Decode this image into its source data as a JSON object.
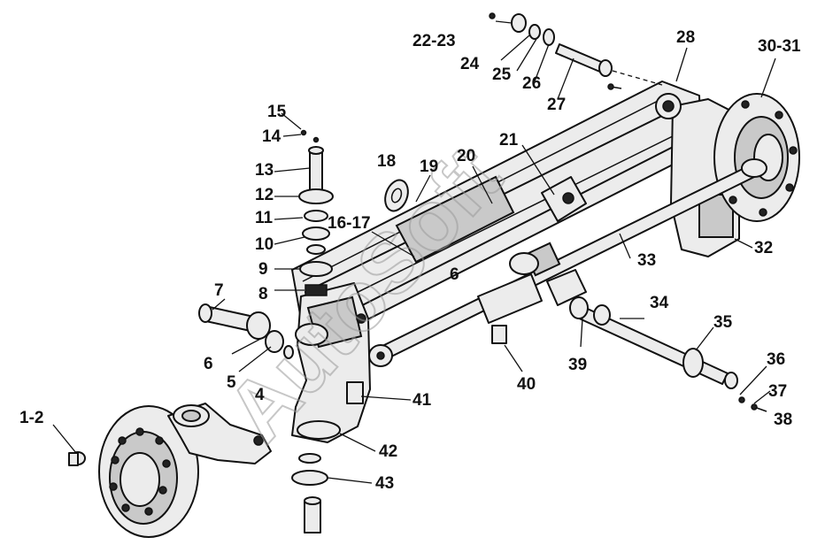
{
  "watermark": "AutoSoft",
  "labels": {
    "l_1_2": "1-2",
    "l_4": "4",
    "l_5": "5",
    "l_6": "6",
    "l_6b": "6",
    "l_7": "7",
    "l_8": "8",
    "l_9": "9",
    "l_10": "10",
    "l_11": "11",
    "l_12": "12",
    "l_13": "13",
    "l_14": "14",
    "l_15": "15",
    "l_16_17": "16-17",
    "l_18": "18",
    "l_19": "19",
    "l_20": "20",
    "l_21": "21",
    "l_22_23": "22-23",
    "l_24": "24",
    "l_25": "25",
    "l_26": "26",
    "l_27": "27",
    "l_28": "28",
    "l_30_31": "30-31",
    "l_32": "32",
    "l_33": "33",
    "l_34": "34",
    "l_35": "35",
    "l_36": "36",
    "l_37": "37",
    "l_38": "38",
    "l_39": "39",
    "l_40": "40",
    "l_41": "41",
    "l_42": "42",
    "l_43": "43"
  }
}
